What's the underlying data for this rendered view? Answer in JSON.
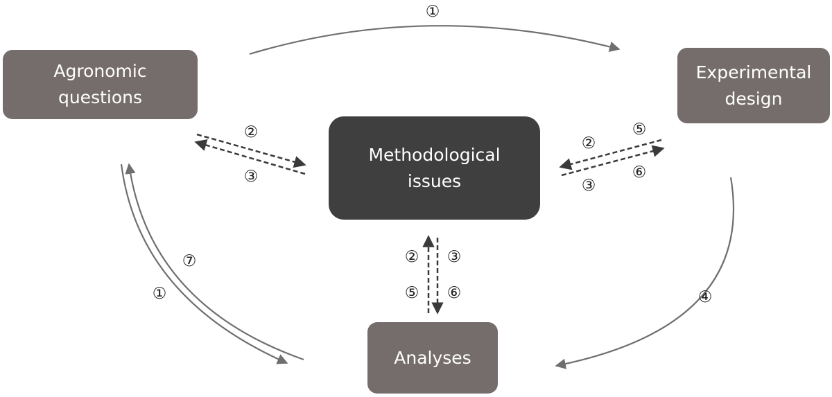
{
  "nodes": {
    "agronomic": {
      "lines": [
        "Agronomic",
        "questions"
      ]
    },
    "experimental": {
      "lines": [
        "Experimental",
        "design"
      ]
    },
    "methodological": {
      "lines": [
        "Methodological",
        "issues"
      ]
    },
    "analyses": {
      "lines": [
        "Analyses"
      ]
    }
  },
  "step_labels": {
    "top_arc": "①",
    "left_out": "①",
    "left_back": "⑦",
    "right_arc": "④",
    "ag_meth_upper": "②",
    "ag_meth_lower": "③",
    "exp_meth_a": "②",
    "exp_meth_b": "⑤",
    "exp_meth_c": "③",
    "exp_meth_d": "⑥",
    "meth_an_a": "②",
    "meth_an_b": "③",
    "meth_an_c": "⑤",
    "meth_an_d": "⑥"
  },
  "colors": {
    "box_light": "#756d6b",
    "box_dark": "#3f3f3f",
    "arrow_solid": "#6f6f6f",
    "arrow_dashed": "#3a3a3a"
  }
}
